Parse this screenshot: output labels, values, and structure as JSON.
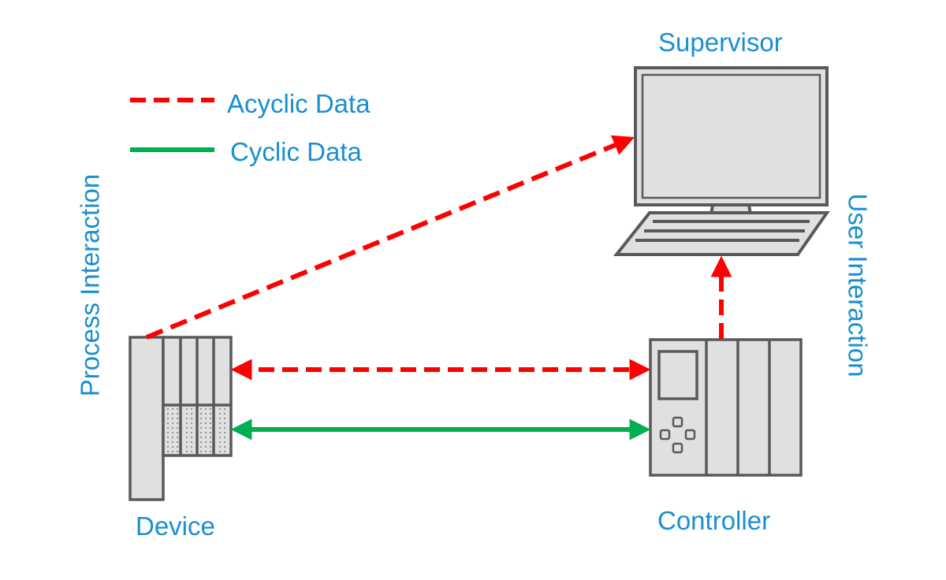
{
  "legend": {
    "acyclic_label": "Acyclic Data",
    "cyclic_label": "Cyclic Data"
  },
  "nodes": {
    "supervisor": "Supervisor",
    "device": "Device",
    "controller": "Controller"
  },
  "side_labels": {
    "process": "Process Interaction",
    "user": "User Interaction"
  },
  "colors": {
    "acyclic": "#ff0000",
    "cyclic": "#00b050",
    "text": "#1a8fd0",
    "equipment_fill": "#e0e0e0",
    "equipment_stroke": "#595959"
  }
}
